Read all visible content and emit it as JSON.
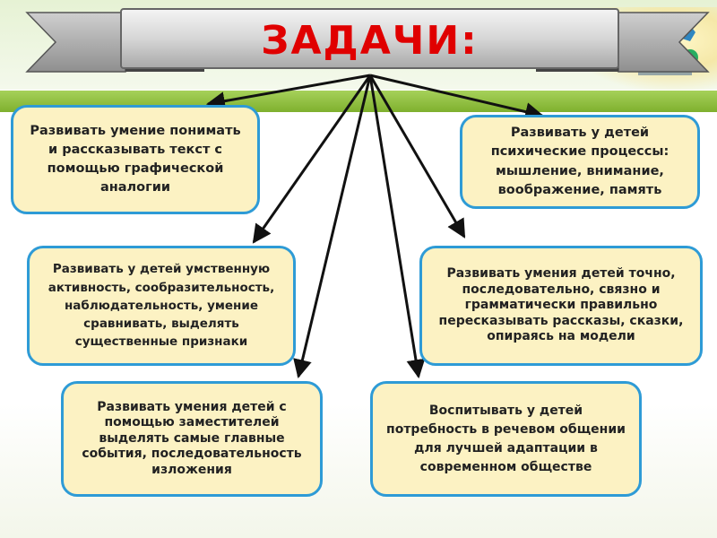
{
  "title": "ЗАДАЧИ:",
  "colors": {
    "title": "#e00000",
    "box_fill": "#fcf2c3",
    "box_border": "#2e9bd6",
    "accent_bar": "#8cc63f"
  },
  "tasks": [
    {
      "text": "Развивать умение понимать и рассказывать текст с помощью графической аналогии"
    },
    {
      "text": "Развивать у детей психические процессы: мышление, внимание, воображение, память"
    },
    {
      "text": "Развивать у детей умственную активность, сообразительность, наблюдательность, умение сравнивать, выделять существенные признаки"
    },
    {
      "text": "Развивать умения детей точно, последовательно, связно и грамматически правильно пересказывать рассказы, сказки, опираясь на модели"
    },
    {
      "text": "Развивать умения детей с помощью заместителей выделять самые главные события, последовательность изложения"
    },
    {
      "text": "Воспитывать у детей потребность в речевом общении для лучшей адаптации в современном обществе"
    }
  ]
}
